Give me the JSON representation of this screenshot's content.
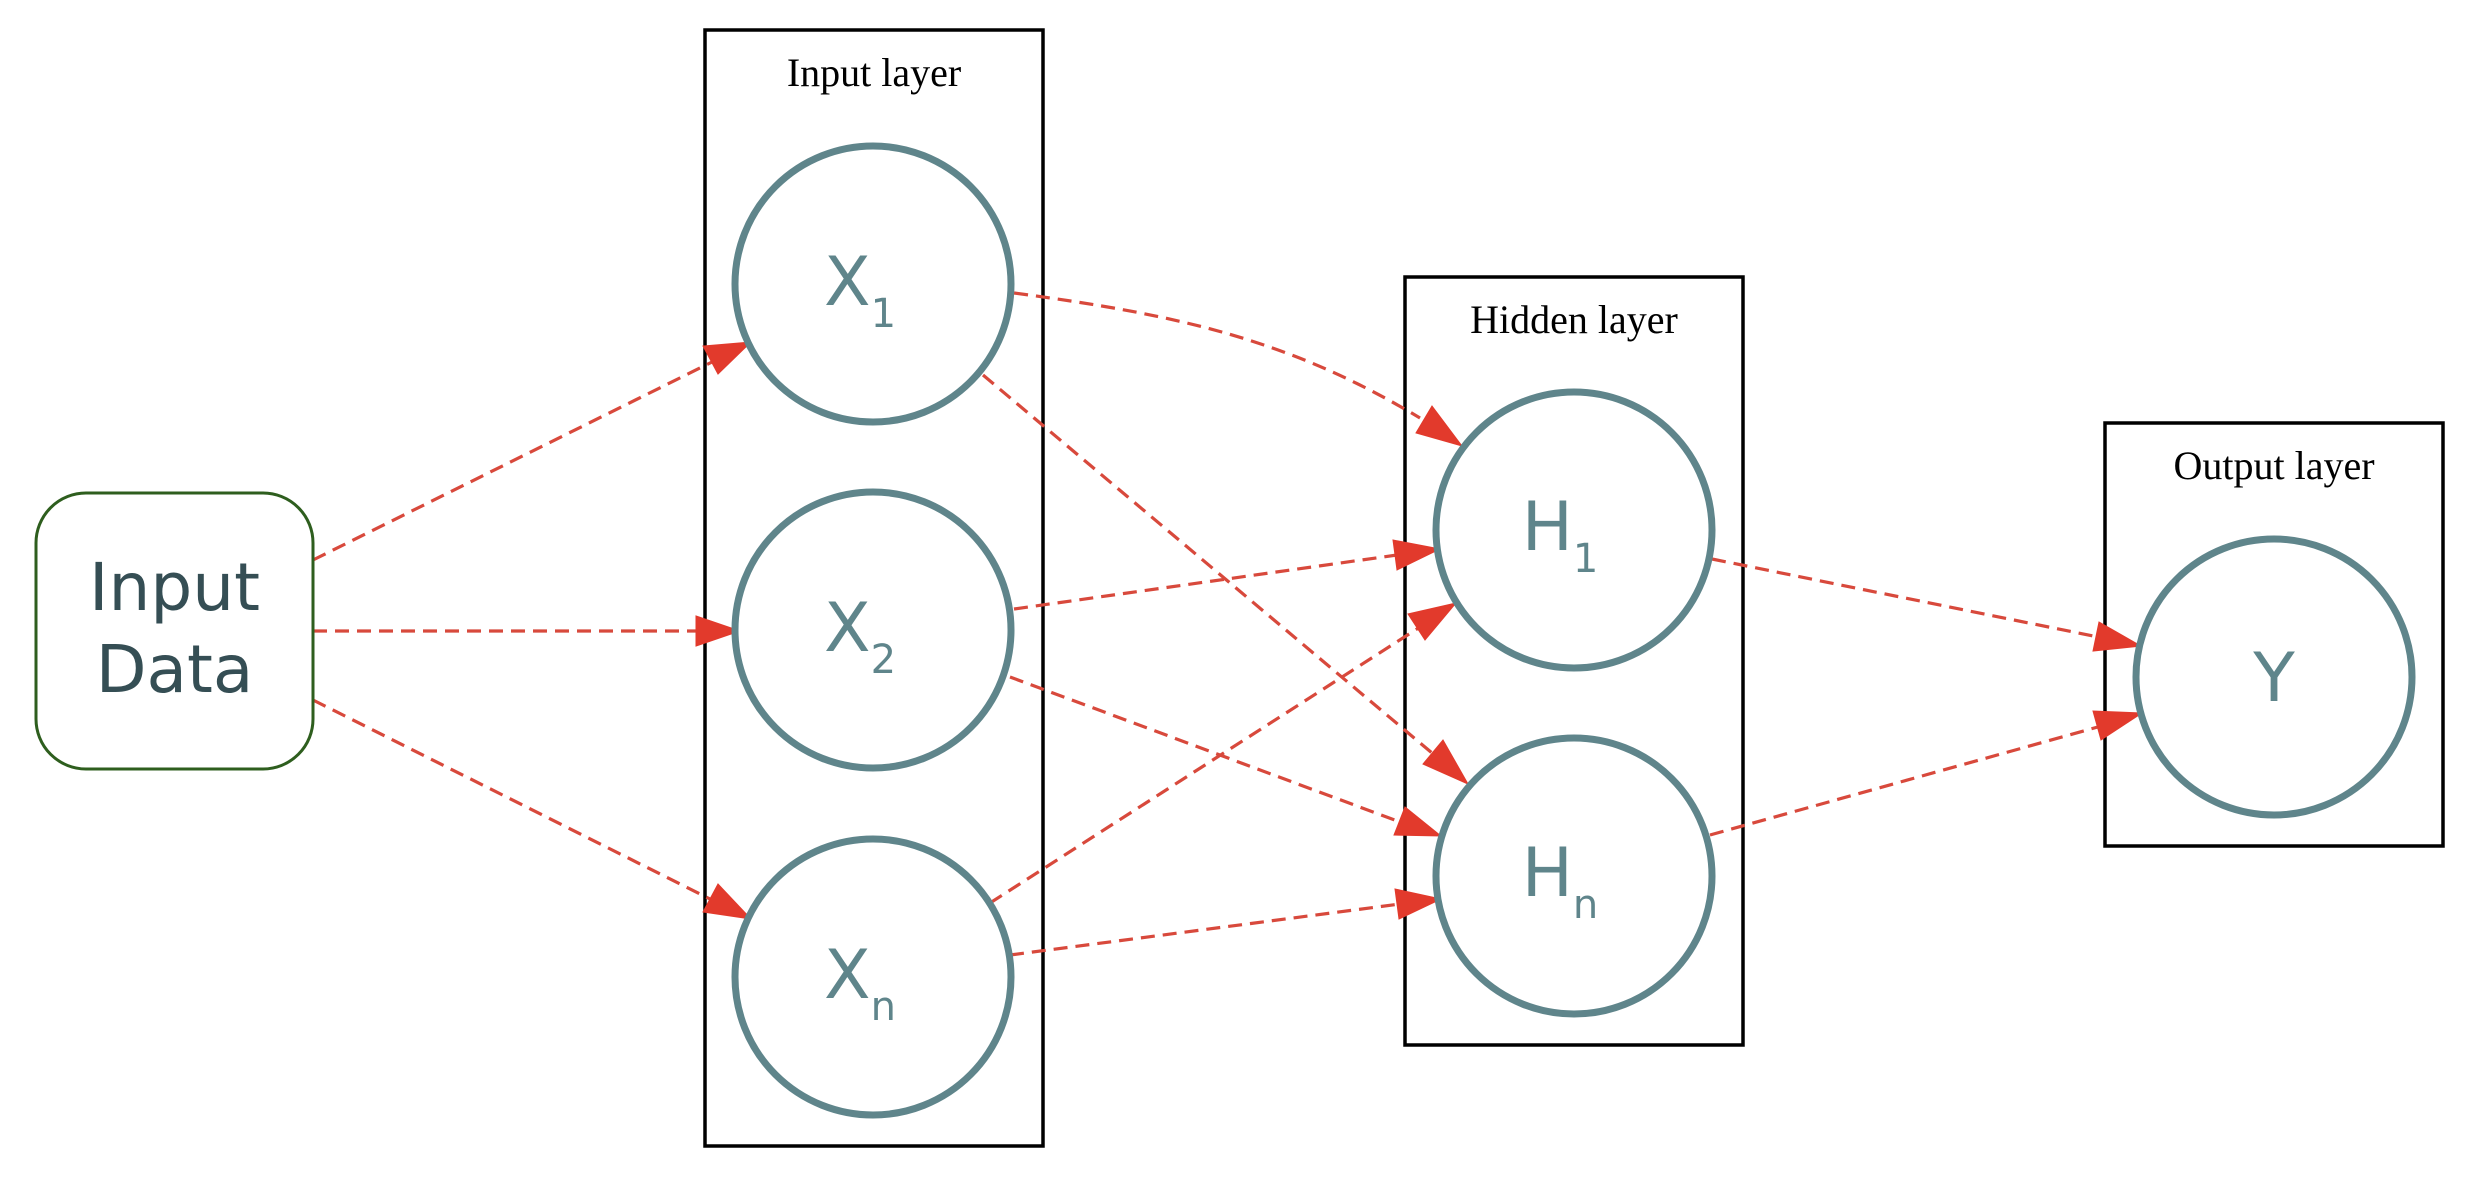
{
  "source": {
    "label_line1": "Input",
    "label_line2": "Data"
  },
  "clusters": {
    "input": {
      "label": "Input layer"
    },
    "hidden": {
      "label": "Hidden layer"
    },
    "output": {
      "label": "Output layer"
    }
  },
  "nodes": {
    "x1": {
      "main": "X",
      "sub": "1"
    },
    "x2": {
      "main": "X",
      "sub": "2"
    },
    "xn": {
      "main": "X",
      "sub": "n"
    },
    "h1": {
      "main": "H",
      "sub": "1"
    },
    "hn": {
      "main": "H",
      "sub": "n"
    },
    "y": {
      "main": "Y",
      "sub": ""
    }
  },
  "edges": [
    [
      "input_data",
      "x1"
    ],
    [
      "input_data",
      "x2"
    ],
    [
      "input_data",
      "xn"
    ],
    [
      "x1",
      "h1"
    ],
    [
      "x1",
      "hn"
    ],
    [
      "x2",
      "h1"
    ],
    [
      "x2",
      "hn"
    ],
    [
      "xn",
      "h1"
    ],
    [
      "xn",
      "hn"
    ],
    [
      "h1",
      "y"
    ],
    [
      "hn",
      "y"
    ]
  ],
  "colors": {
    "node_stroke": "#5f858b",
    "edge": "#d8493c",
    "arrowhead": "#e23a2c",
    "source_border": "#2e5e1e",
    "source_text": "#354e54"
  }
}
